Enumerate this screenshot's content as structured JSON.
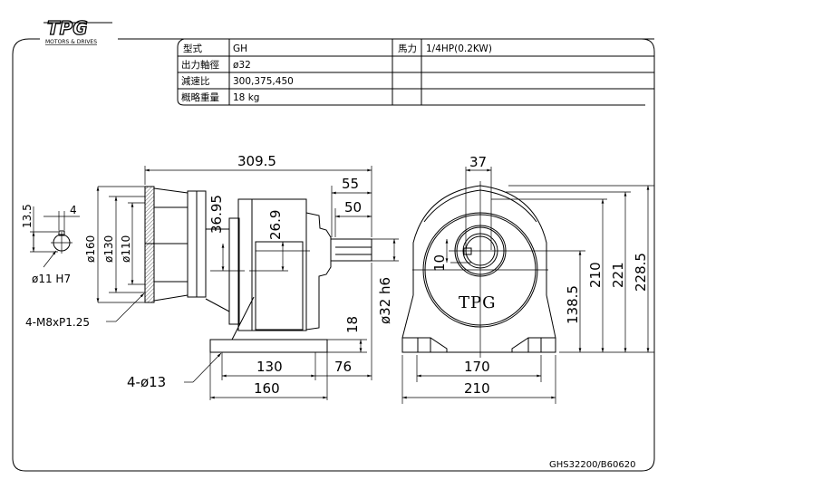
{
  "logo": {
    "brand": "TPG",
    "tagline": "MOTORS & DRIVES"
  },
  "spec_table": {
    "rows": [
      {
        "label": "型式",
        "value": "GH"
      },
      {
        "label": "出力軸徑",
        "value": "ø32"
      },
      {
        "label": "減速比",
        "value": "300,375,450"
      },
      {
        "label": "概略重量",
        "value": "18 kg"
      }
    ],
    "power_label": "馬力",
    "power_value": "1/4HP(0.2KW)"
  },
  "side_view": {
    "overall_length": "309.5",
    "shaft_length_55": "55",
    "shaft_length_50": "50",
    "offset_36_95": "36.95",
    "offset_26_9": "26.9",
    "dia_160": "ø160",
    "dia_130": "ø130",
    "dia_110": "ø110",
    "shaft_dia": "ø32 h6",
    "height_18": "18",
    "base_130": "130",
    "base_160": "160",
    "dist_76": "76",
    "bolt_holes": "4-ø13",
    "flange_taps": "4-M8xP1.25"
  },
  "input_bore": {
    "key_height": "13.5",
    "key_width": "4",
    "bore": "ø11 H7"
  },
  "front_view": {
    "key_37": "37",
    "key_10": "10",
    "center_height": "138.5",
    "h_210": "210",
    "h_221": "221",
    "h_228_5": "228.5",
    "base_170": "170",
    "base_210": "210",
    "brand_text": "TPG"
  },
  "drawing_code": "GHS32200/B60620"
}
